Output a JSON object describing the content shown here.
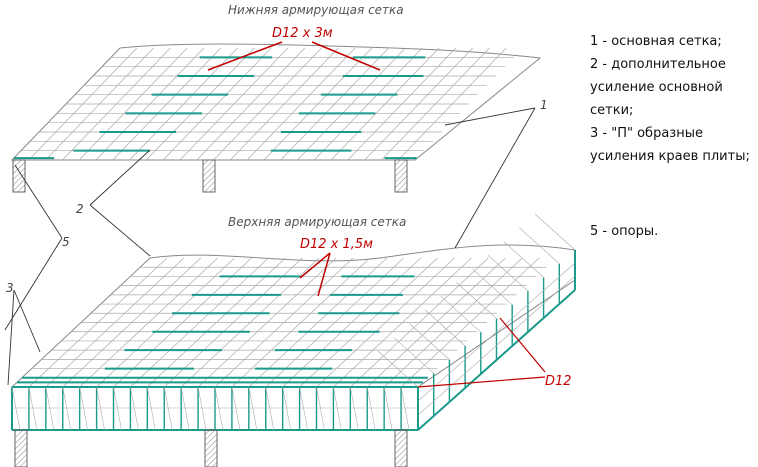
{
  "diagram": {
    "title_bottom_mesh": "Нижняя армирующая сетка",
    "title_top_mesh": "Верхняя армирующая сетка",
    "rebar_bottom": "D12  х  3м",
    "rebar_top": "D12  х  1,5м",
    "rebar_edge": "D12",
    "callout_1": "1",
    "callout_2": "2",
    "callout_3": "3",
    "callout_5": "5"
  },
  "legend": {
    "items": [
      "1 - основная сетка;",
      "2 - дополнительное усиление основной сетки;",
      "3 - \"П\" образные усиления краев плиты;",
      "5 - опоры."
    ]
  },
  "colors": {
    "grid": "#aaaaaa",
    "rebar": "#1a9a8a",
    "callout_red": "#c00000",
    "leader": "#333333"
  }
}
